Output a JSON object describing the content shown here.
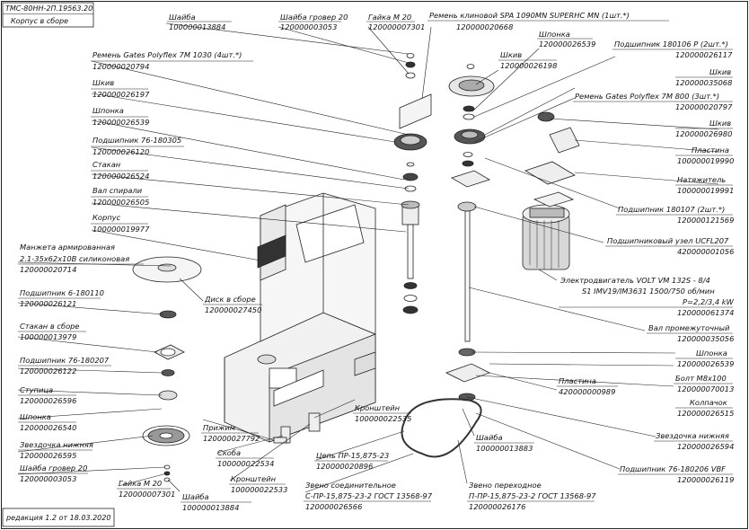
{
  "title_block": {
    "line1": "ТМС-80НН-2П.19563.20",
    "line2": "Корпус в сборе"
  },
  "revision": "редакция 1.2 от 18.03.2020",
  "callouts": [
    {
      "id": "c01",
      "name": "Шайба",
      "code": "100000013884"
    },
    {
      "id": "c02",
      "name": "Шайба гровер 20",
      "code": "120000003053"
    },
    {
      "id": "c03",
      "name": "Гайка М 20",
      "code": "120000007301"
    },
    {
      "id": "c04",
      "name": "Ремень клиновой SPA 1090MN SUPERHC MN (1шт.*)",
      "code": "120000020668"
    },
    {
      "id": "c05",
      "name": "Шпонка",
      "code": "120000026539"
    },
    {
      "id": "c06",
      "name": "Шкив",
      "code": "120000026198"
    },
    {
      "id": "c07",
      "name": "Подшипник 180106 Р (2шт.*)",
      "code": "120000026117"
    },
    {
      "id": "c08",
      "name": "Шкив",
      "code": "120000035068"
    },
    {
      "id": "c09",
      "name": "Ремень Gates Polyflex 7M 800 (3шт.*)",
      "code": "120000020797"
    },
    {
      "id": "c10",
      "name": "Шкив",
      "code": "120000026980"
    },
    {
      "id": "c11",
      "name": "Пластина",
      "code": "100000019990"
    },
    {
      "id": "c12",
      "name": "Натяжитель",
      "code": "100000019991"
    },
    {
      "id": "c13",
      "name": "Подшипник 180107 (2шт.*)",
      "code": "120000121569"
    },
    {
      "id": "c14",
      "name": "Подшипниковый узел UCFL207",
      "code": "420000001056"
    },
    {
      "id": "c15",
      "name": "Электродвигатель VOLT VM 132S - 8/4",
      "name2": "S1 IMV19/IM3631 1500/750 об/мин",
      "name3": "P=2,2/3,4 kW",
      "code": "120000061374"
    },
    {
      "id": "c16",
      "name": "Вал промежуточный",
      "code": "120000035056"
    },
    {
      "id": "c17",
      "name": "Шпонка",
      "code": "120000026539"
    },
    {
      "id": "c18",
      "name": "Болт М8х100",
      "code": "120000070013"
    },
    {
      "id": "c19",
      "name": "Колпачок",
      "code": "120000026515"
    },
    {
      "id": "c20",
      "name": "Звездочка нижняя",
      "code": "120000026594"
    },
    {
      "id": "c21",
      "name": "Подшипник 76-180206 VBF",
      "code": "120000026119"
    },
    {
      "id": "c22",
      "name": "Пластина",
      "code": "420000000989"
    },
    {
      "id": "c23",
      "name": "Шайба",
      "code": "100000013883"
    },
    {
      "id": "c24",
      "name": "Звено переходное",
      "name2": "П-ПР-15,875-23-2 ГОСТ 13568-97",
      "code": "120000026176"
    },
    {
      "id": "c25",
      "name": "Звено соединительное",
      "name2": "С-ПР-15,875-23-2 ГОСТ 13568-97",
      "code": "120000026566"
    },
    {
      "id": "c26",
      "name": "Цепь ПР-15,875-23",
      "code": "120000020896"
    },
    {
      "id": "c27",
      "name": "Кронштейн",
      "code": "100000022535"
    },
    {
      "id": "c28",
      "name": "Кронштейн",
      "code": "100000022533"
    },
    {
      "id": "c29",
      "name": "Скоба",
      "code": "100000022534"
    },
    {
      "id": "c30",
      "name": "Прижим",
      "code": "120000027792"
    },
    {
      "id": "c31",
      "name": "Шайба",
      "code": "100000013884"
    },
    {
      "id": "c32",
      "name": "Гайка М 20",
      "code": "120000007301"
    },
    {
      "id": "c33",
      "name": "Шайба гровер 20",
      "code": "120000003053"
    },
    {
      "id": "c34",
      "name": "Звездочка нижняя",
      "code": "120000026595"
    },
    {
      "id": "c35",
      "name": "Шпонка",
      "code": "120000026540"
    },
    {
      "id": "c36",
      "name": "Ступица",
      "code": "120000026596"
    },
    {
      "id": "c37",
      "name": "Подшипник 76-180207",
      "code": "120000026122"
    },
    {
      "id": "c38",
      "name": "Стакан в сборе",
      "code": "100000013979"
    },
    {
      "id": "c39",
      "name": "Подшипник 6-180110",
      "code": "120000026121"
    },
    {
      "id": "c40",
      "name": "Манжета армированная",
      "name2": "2.1-35х62х10В силиконовая",
      "code": "120000020714"
    },
    {
      "id": "c41",
      "name": "Диск в сборе",
      "code": "120000027450"
    },
    {
      "id": "c42",
      "name": "Корпус",
      "code": "100000019977"
    },
    {
      "id": "c43",
      "name": "Вал спирали",
      "code": "120000026505"
    },
    {
      "id": "c44",
      "name": "Стакан",
      "code": "120000026524"
    },
    {
      "id": "c45",
      "name": "Подшипник 76-180305",
      "code": "120000026120"
    },
    {
      "id": "c46",
      "name": "Шпонка",
      "code": "120000026539"
    },
    {
      "id": "c47",
      "name": "Шкив",
      "code": "120000026197"
    },
    {
      "id": "c48",
      "name": "Ремень Gates Polyflex 7M 1030 (4шт.*)",
      "code": "120000020794"
    }
  ]
}
